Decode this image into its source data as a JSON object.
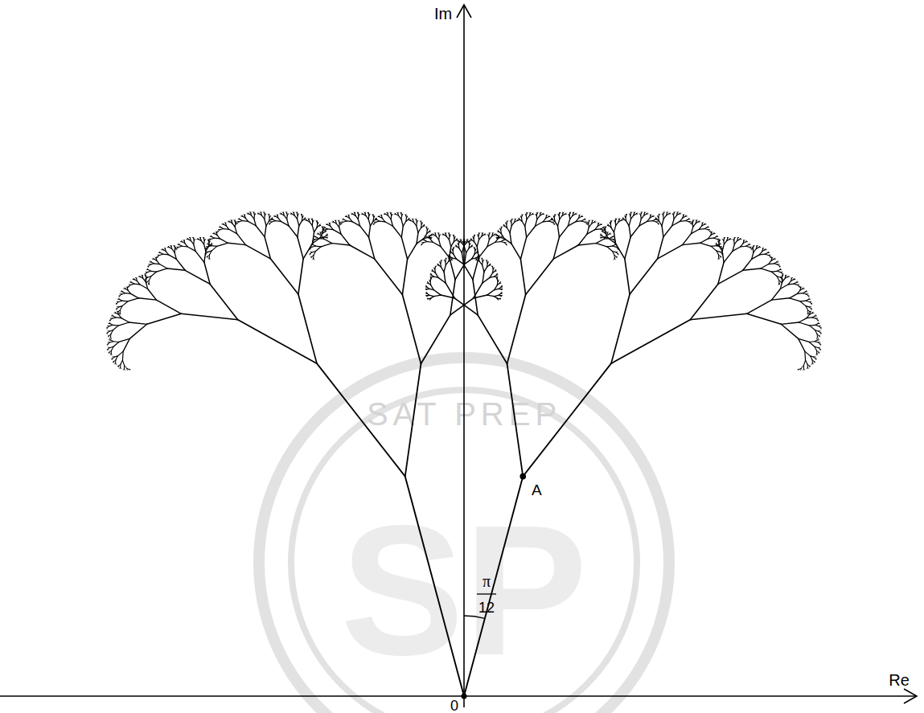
{
  "diagram": {
    "labels": [
      "Im",
      "Re",
      "0",
      "π",
      "12",
      "A",
      "SAT PREP",
      "SP"
    ]
  }
}
